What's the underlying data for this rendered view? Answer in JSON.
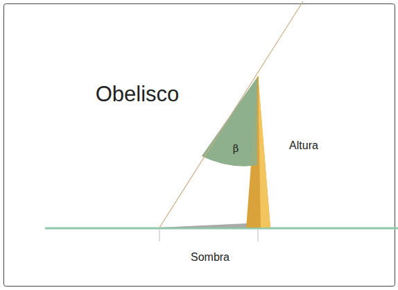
{
  "diagram": {
    "title": "Obelisco",
    "labels": [
      "β",
      "Altura",
      "Sombra"
    ]
  }
}
